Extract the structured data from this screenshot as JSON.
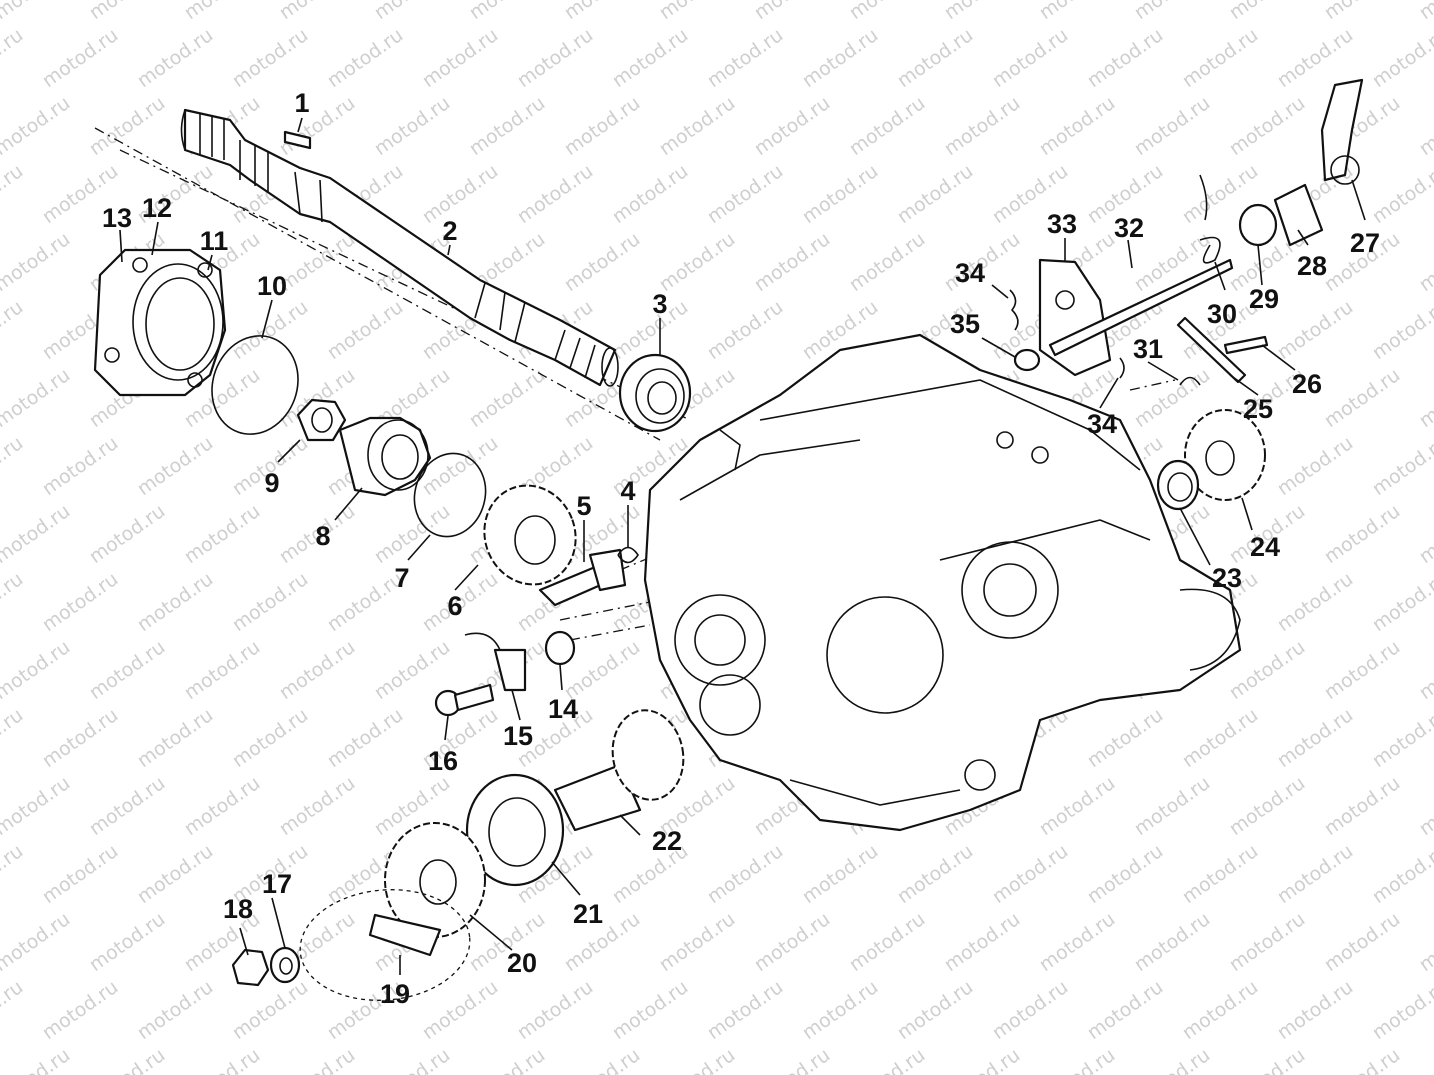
{
  "watermark": "motod.ru",
  "callouts": [
    {
      "id": "c1",
      "text": "1"
    },
    {
      "id": "c2",
      "text": "2"
    },
    {
      "id": "c3",
      "text": "3"
    },
    {
      "id": "c4",
      "text": "4"
    },
    {
      "id": "c5",
      "text": "5"
    },
    {
      "id": "c6",
      "text": "6"
    },
    {
      "id": "c7",
      "text": "7"
    },
    {
      "id": "c8",
      "text": "8"
    },
    {
      "id": "c9",
      "text": "9"
    },
    {
      "id": "c10",
      "text": "10"
    },
    {
      "id": "c11",
      "text": "11"
    },
    {
      "id": "c12",
      "text": "12"
    },
    {
      "id": "c13",
      "text": "13"
    },
    {
      "id": "c14",
      "text": "14"
    },
    {
      "id": "c15",
      "text": "15"
    },
    {
      "id": "c16",
      "text": "16"
    },
    {
      "id": "c17",
      "text": "17"
    },
    {
      "id": "c18",
      "text": "18"
    },
    {
      "id": "c19",
      "text": "19"
    },
    {
      "id": "c20",
      "text": "20"
    },
    {
      "id": "c21",
      "text": "21"
    },
    {
      "id": "c22",
      "text": "22"
    },
    {
      "id": "c23",
      "text": "23"
    },
    {
      "id": "c24",
      "text": "24"
    },
    {
      "id": "c25",
      "text": "25"
    },
    {
      "id": "c26",
      "text": "26"
    },
    {
      "id": "c27",
      "text": "27"
    },
    {
      "id": "c28",
      "text": "28"
    },
    {
      "id": "c29",
      "text": "29"
    },
    {
      "id": "c30",
      "text": "30"
    },
    {
      "id": "c31",
      "text": "31"
    },
    {
      "id": "c32",
      "text": "32"
    },
    {
      "id": "c33",
      "text": "33"
    },
    {
      "id": "c34a",
      "text": "34"
    },
    {
      "id": "c34b",
      "text": "34"
    },
    {
      "id": "c35",
      "text": "35"
    }
  ]
}
